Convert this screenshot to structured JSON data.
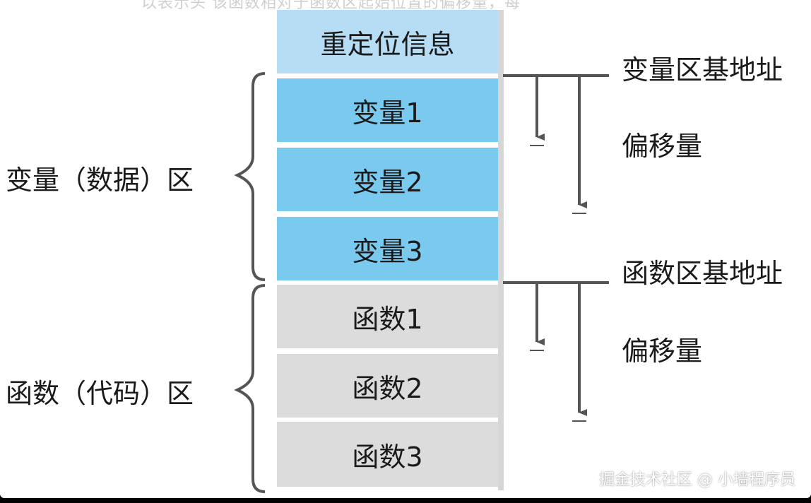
{
  "top_cut_text": "以表示头 该函数相对于函数区起始位置的偏移量，每",
  "blocks": {
    "reloc": "重定位信息",
    "var1": "变量1",
    "var2": "变量2",
    "var3": "变量3",
    "fn1": "函数1",
    "fn2": "函数2",
    "fn3": "函数3"
  },
  "left_labels": {
    "var_region": "变量（数据）区",
    "fn_region": "函数（代码）区"
  },
  "right_labels": {
    "var_base": "变量区基地址",
    "var_offset": "偏移量",
    "fn_base": "函数区基地址",
    "fn_offset": "偏移量"
  },
  "watermark": "掘金技术社区 @ 小墙程序员",
  "colors": {
    "reloc_block": "#b6ddf4",
    "var_block": "#7ac9ef",
    "fn_block": "#dcdcdc",
    "line": "#555555"
  }
}
